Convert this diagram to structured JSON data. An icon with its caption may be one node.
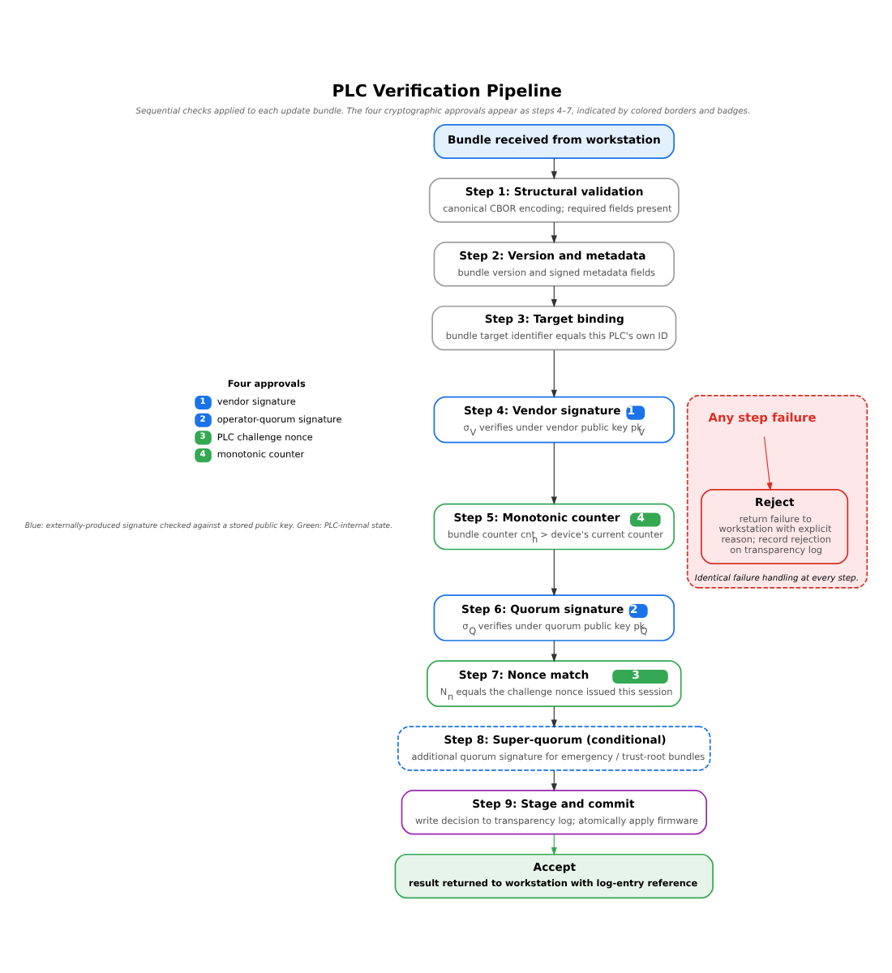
{
  "diagram": {
    "title": "PLC Verification Pipeline",
    "caption": "Sequential checks applied to each update bundle. The four cryptographic approvals appear as steps 4–7, indicated by colored borders and badges.",
    "nodes": [
      {
        "text": [
          "Bundle received from workstation"
        ]
      },
      {
        "text": [
          "Step 1: Structural validation",
          "canonical CBOR encoding; required fields present"
        ]
      },
      {
        "text": [
          "Step 2: Version and metadata",
          "bundle version and signed metadata fields"
        ]
      },
      {
        "text": [
          "Step 3: Target binding",
          "bundle target identifier equals this PLC's own ID"
        ]
      },
      {
        "text": [
          "Step 4: Vendor signature",
          "1",
          "σ$_{V}$ verifies under vendor public key pk$_{V}$"
        ]
      },
      {
        "text": [
          "Step 5: Monotonic counter",
          "4",
          "bundle counter cnt$_{n}$ > device's current counter"
        ]
      },
      {
        "text": [
          "Step 6: Quorum signature",
          "2",
          "σ$_{Q}$ verifies under quorum public key pk$_{Q}$"
        ]
      },
      {
        "text": [
          "Step 7: Nonce match",
          "3",
          "N$_{n}$ equals the challenge nonce issued this session"
        ]
      },
      {
        "text": [
          "Step 8: Super-quorum (conditional)",
          "additional quorum signature for emergency / trust-root bundles"
        ]
      },
      {
        "text": [
          "Step 9: Stage and commit",
          "write decision to transparency log; atomically apply firmware"
        ]
      },
      {
        "text": [
          "Accept",
          "result returned to workstation with log-entry reference"
        ]
      },
      {
        "text": [
          "Identical failure handling at every step."
        ]
      },
      {
        "text": [
          "Any step failure"
        ],
        "in": 11
      },
      {
        "text": [
          "Reject",
          "return failure to workstation with explicit reason; record rejection on transparency log"
        ],
        "in": 11
      }
    ],
    "edges": [
      {
        "from": 0,
        "to": 1,
        "arrow": "to"
      },
      {
        "from": 1,
        "to": 2,
        "arrow": "to"
      },
      {
        "from": 2,
        "to": 3,
        "arrow": "to"
      },
      {
        "from": 3,
        "to": 4,
        "arrow": "to"
      },
      {
        "from": 4,
        "to": 5,
        "arrow": "to"
      },
      {
        "from": 5,
        "to": 6,
        "arrow": "to"
      },
      {
        "from": 6,
        "to": 7,
        "arrow": "to"
      },
      {
        "from": 7,
        "to": 8,
        "arrow": "to"
      },
      {
        "from": 8,
        "to": 9,
        "arrow": "to"
      },
      {
        "from": 9,
        "to": 10,
        "arrow": "to",
        "color": "#34a853"
      },
      {
        "from": 12,
        "to": 13,
        "arrow": "to",
        "color": "#d93025"
      }
    ],
    "labels": [
      "Four approvals",
      "1",
      "2",
      "3",
      "4",
      "Blue: externally-produced signature checked against a stored public key. Green: PLC-internal state."
    ],
    "legend": [
      {
        "text": "vendor signature",
        "color": "#1a73e8"
      },
      {
        "text": "operator-quorum signature",
        "color": "#1a73e8"
      },
      {
        "text": "PLC challenge nonce",
        "color": "#34a853"
      },
      {
        "text": "monotonic counter",
        "color": "#34a853"
      }
    ]
  }
}
